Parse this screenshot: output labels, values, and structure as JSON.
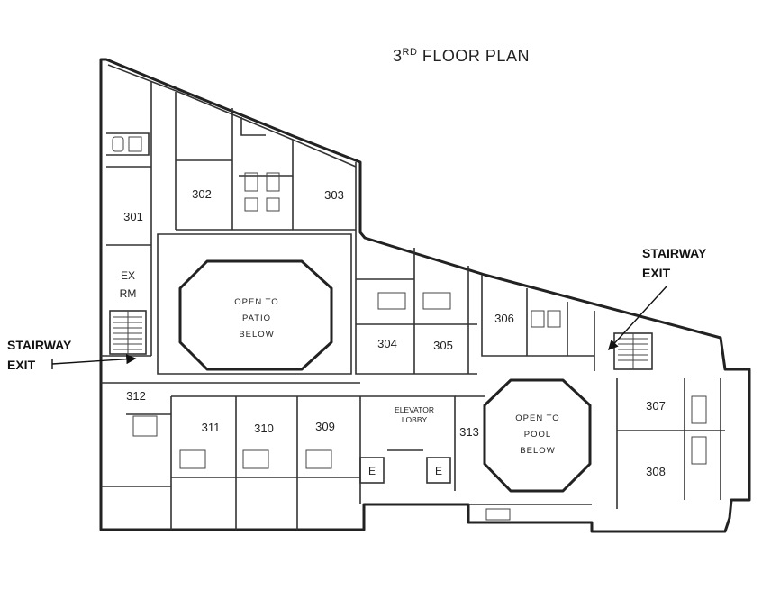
{
  "title": {
    "base": "3",
    "sup": "RD",
    "text": "FLOOR PLAN"
  },
  "callouts": {
    "left": {
      "line1": "STAIRWAY",
      "line2": "EXIT"
    },
    "right": {
      "line1": "STAIRWAY",
      "line2": "EXIT"
    }
  },
  "rooms": {
    "r301": "301",
    "r302": "302",
    "r303": "303",
    "r304": "304",
    "r305": "305",
    "r306": "306",
    "r307": "307",
    "r308": "308",
    "r309": "309",
    "r310": "310",
    "r311": "311",
    "r312": "312",
    "r313": "313"
  },
  "ex_room": {
    "line1": "EX",
    "line2": "RM"
  },
  "patio": {
    "line1": "OPEN TO",
    "line2": "PATIO",
    "line3": "BELOW"
  },
  "pool": {
    "line1": "OPEN TO",
    "line2": "POOL",
    "line3": "BELOW"
  },
  "elevator_lobby": {
    "line1": "ELEVATOR",
    "line2": "LOBBY"
  },
  "elevators": {
    "e1": "E",
    "e2": "E"
  }
}
